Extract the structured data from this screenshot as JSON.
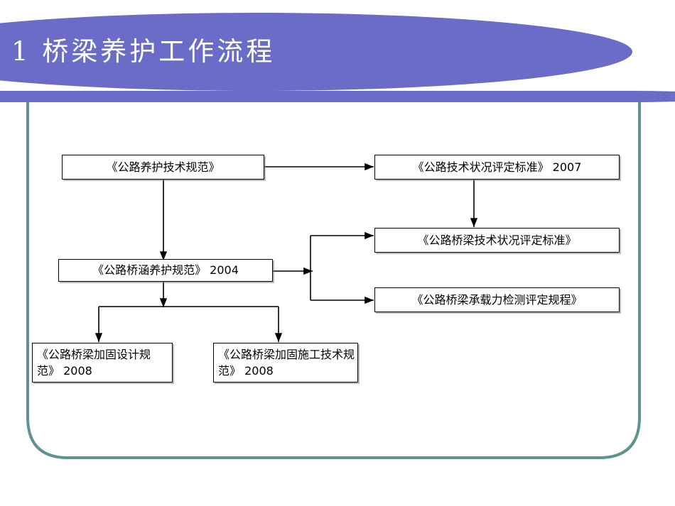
{
  "slide": {
    "title": "1 桥梁养护工作流程",
    "title_color": "#FFFFFF",
    "header_color": "#6B6BC8",
    "frame_color": "#5F938F",
    "background_color": "#FFFFFF"
  },
  "diagram": {
    "type": "flowchart",
    "nodes": [
      {
        "id": "n1",
        "label": "《公路养护技术规范》"
      },
      {
        "id": "n2",
        "label": "《公路技术状况评定标准》 2007"
      },
      {
        "id": "n3",
        "label": "《公路桥梁技术状况评定标准》"
      },
      {
        "id": "n4",
        "label": "《公路桥涵养护规范》 2004"
      },
      {
        "id": "n5",
        "label": "《公路桥梁承载力检测评定规程》"
      },
      {
        "id": "n6",
        "label": "《公路桥梁加固设计规范》 2008"
      },
      {
        "id": "n7",
        "label": "《公路桥梁加固施工技术规范》 2008"
      }
    ],
    "edges": [
      {
        "from": "n1",
        "to": "n2",
        "style": "arrow-right"
      },
      {
        "from": "n1",
        "to": "n4",
        "style": "arrow-down"
      },
      {
        "from": "n2",
        "to": "n3",
        "style": "arrow-down"
      },
      {
        "from": "n4",
        "to": "n3",
        "style": "arrow-branch-up-right"
      },
      {
        "from": "n4",
        "to": "n5",
        "style": "arrow-branch-down-right"
      },
      {
        "from": "n4",
        "to": "n6",
        "style": "arrow-branch-down-left"
      },
      {
        "from": "n4",
        "to": "n7",
        "style": "arrow-branch-down-right"
      }
    ]
  }
}
